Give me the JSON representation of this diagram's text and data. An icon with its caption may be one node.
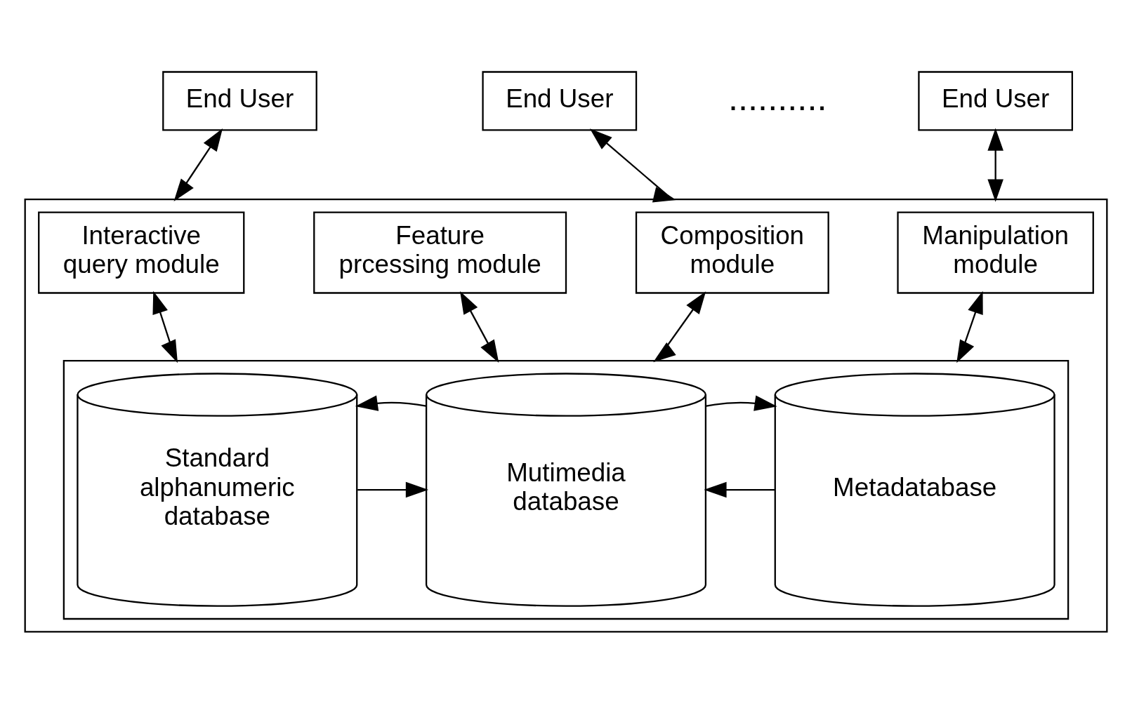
{
  "diagram": {
    "nodes": [
      {
        "text": [
          "End User"
        ]
      },
      {
        "text": [
          "End User"
        ]
      },
      {
        "text": [
          "End User"
        ]
      },
      {
        "text": [],
        "shape": "box"
      },
      {
        "text": [
          "Interactive query module"
        ],
        "in": 3
      },
      {
        "text": [
          "Feature prcessing module"
        ],
        "in": 3
      },
      {
        "text": [
          "Composition module"
        ],
        "in": 3
      },
      {
        "text": [
          "Manipulation module"
        ],
        "in": 3
      },
      {
        "text": [],
        "shape": "box",
        "in": 3
      },
      {
        "text": [
          "Standard alphanumeric database"
        ],
        "in": 8
      },
      {
        "text": [
          "Mutimedia database"
        ],
        "in": 8
      },
      {
        "text": [
          "Metadatabase"
        ],
        "in": 8
      }
    ],
    "edges": [
      {
        "from": 0,
        "to": 3,
        "arrow": "both"
      },
      {
        "from": 1,
        "to": 3,
        "arrow": "both"
      },
      {
        "from": 2,
        "to": 3,
        "arrow": "both"
      },
      {
        "from": 4,
        "to": 8,
        "arrow": "both"
      },
      {
        "from": 5,
        "to": 8,
        "arrow": "both"
      },
      {
        "from": 6,
        "to": 8,
        "arrow": "both"
      },
      {
        "from": 7,
        "to": 8,
        "arrow": "both"
      },
      {
        "from": 9,
        "to": 10,
        "arrow": "to"
      },
      {
        "from": 10,
        "to": 9,
        "arrow": "to"
      },
      {
        "from": 11,
        "to": 10,
        "arrow": "to"
      },
      {
        "from": 10,
        "to": 11,
        "arrow": "to"
      }
    ],
    "labels": [
      ".........."
    ]
  }
}
